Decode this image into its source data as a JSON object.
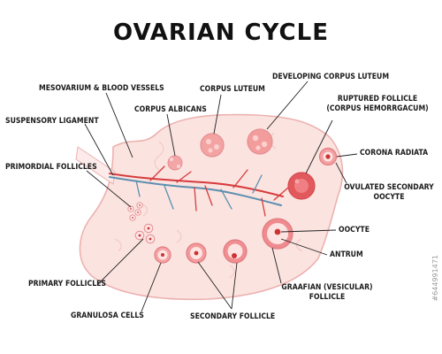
{
  "title": "OVARIAN CYCLE",
  "labels": {
    "mesovarium": "MESOVARIUM & BLOOD VESSELS",
    "suspensory": "SUSPENSORY LIGAMENT",
    "primordial": "PRIMORDIAL FOLLICLES",
    "primary": "PRIMARY FOLLICLES",
    "granulosa": "GRANULOSA CELLS",
    "secondary": "SECONDARY FOLLICLE",
    "graafian_1": "GRAAFIAN (VESICULAR)",
    "graafian_2": "FOLLICLE",
    "antrum": "ANTRUM",
    "oocyte": "OOCYTE",
    "ovulated_1": "OVULATED SECONDARY",
    "ovulated_2": "OOCYTE",
    "corona": "CORONA RADIATA",
    "ruptured_1": "RUPTURED FOLLICLE",
    "ruptured_2": "(CORPUS HEMORRGACUM)",
    "developing": "DEVELOPING CORPUS LUTEUM",
    "luteum": "CORPUS LUTEUM",
    "albicans": "CORPUS ALBICANS"
  },
  "stock_id": "#644991471",
  "colors": {
    "ovary_fill": "#fbe3e0",
    "ovary_stroke": "#e9a9a7",
    "vessel_red": "#d63b3d",
    "vessel_blue": "#5b8fb0",
    "follicle": "#ef8f92"
  }
}
